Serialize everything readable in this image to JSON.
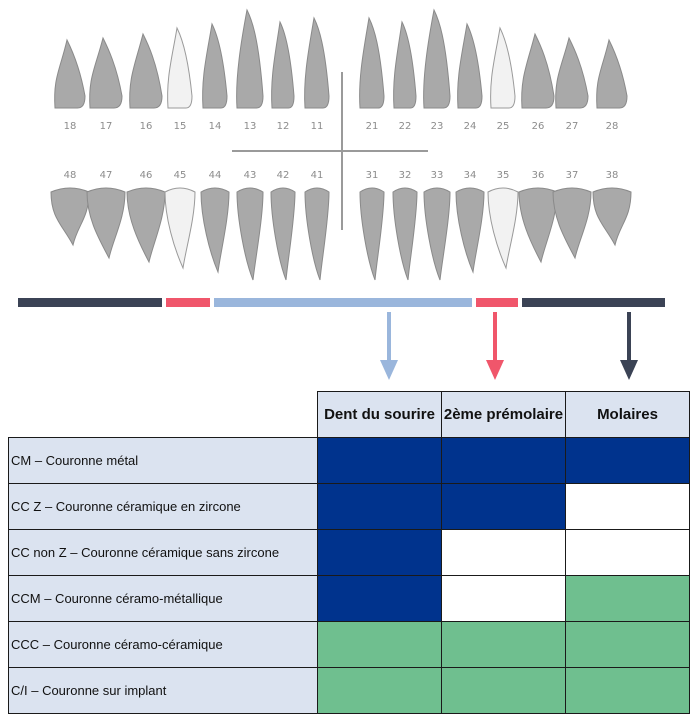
{
  "teeth": {
    "upper_numbers": [
      "18",
      "17",
      "16",
      "15",
      "14",
      "13",
      "12",
      "11",
      "21",
      "22",
      "23",
      "24",
      "25",
      "26",
      "27",
      "28"
    ],
    "lower_numbers": [
      "48",
      "47",
      "46",
      "45",
      "44",
      "43",
      "42",
      "41",
      "31",
      "32",
      "33",
      "34",
      "35",
      "36",
      "37",
      "38"
    ]
  },
  "zones": [
    {
      "name": "molars-left",
      "color": "#3b4355"
    },
    {
      "name": "premolar-left",
      "color": "#f0566b"
    },
    {
      "name": "smile",
      "color": "#9ab6dc"
    },
    {
      "name": "premolar-right",
      "color": "#f0566b"
    },
    {
      "name": "molars-right",
      "color": "#3b4355"
    }
  ],
  "arrows": [
    {
      "name": "smile-arrow",
      "color": "#9ab6dc"
    },
    {
      "name": "premolar-arrow",
      "color": "#f0566b"
    },
    {
      "name": "molar-arrow",
      "color": "#3b4355"
    }
  ],
  "table": {
    "columns": [
      "Dent du sourire",
      "2ème prémolaire",
      "Molaires"
    ],
    "rows": [
      {
        "label": "CM – Couronne métal",
        "cells": [
          "blue",
          "blue",
          "blue"
        ]
      },
      {
        "label": "CC Z – Couronne céramique en zircone",
        "cells": [
          "blue",
          "blue",
          "white"
        ]
      },
      {
        "label": "CC non Z – Couronne céramique sans zircone",
        "cells": [
          "blue",
          "white",
          "white"
        ]
      },
      {
        "label": "CCM – Couronne céramo-métallique",
        "cells": [
          "blue",
          "white",
          "green"
        ]
      },
      {
        "label": "CCC – Couronne céramo-céramique",
        "cells": [
          "green",
          "green",
          "green"
        ]
      },
      {
        "label": "C/I – Couronne sur implant",
        "cells": [
          "green",
          "green",
          "green"
        ]
      }
    ]
  },
  "colors": {
    "blue": "#00338d",
    "green": "#6fbf8f",
    "white": "#ffffff",
    "header_bg": "#dbe3f0"
  }
}
